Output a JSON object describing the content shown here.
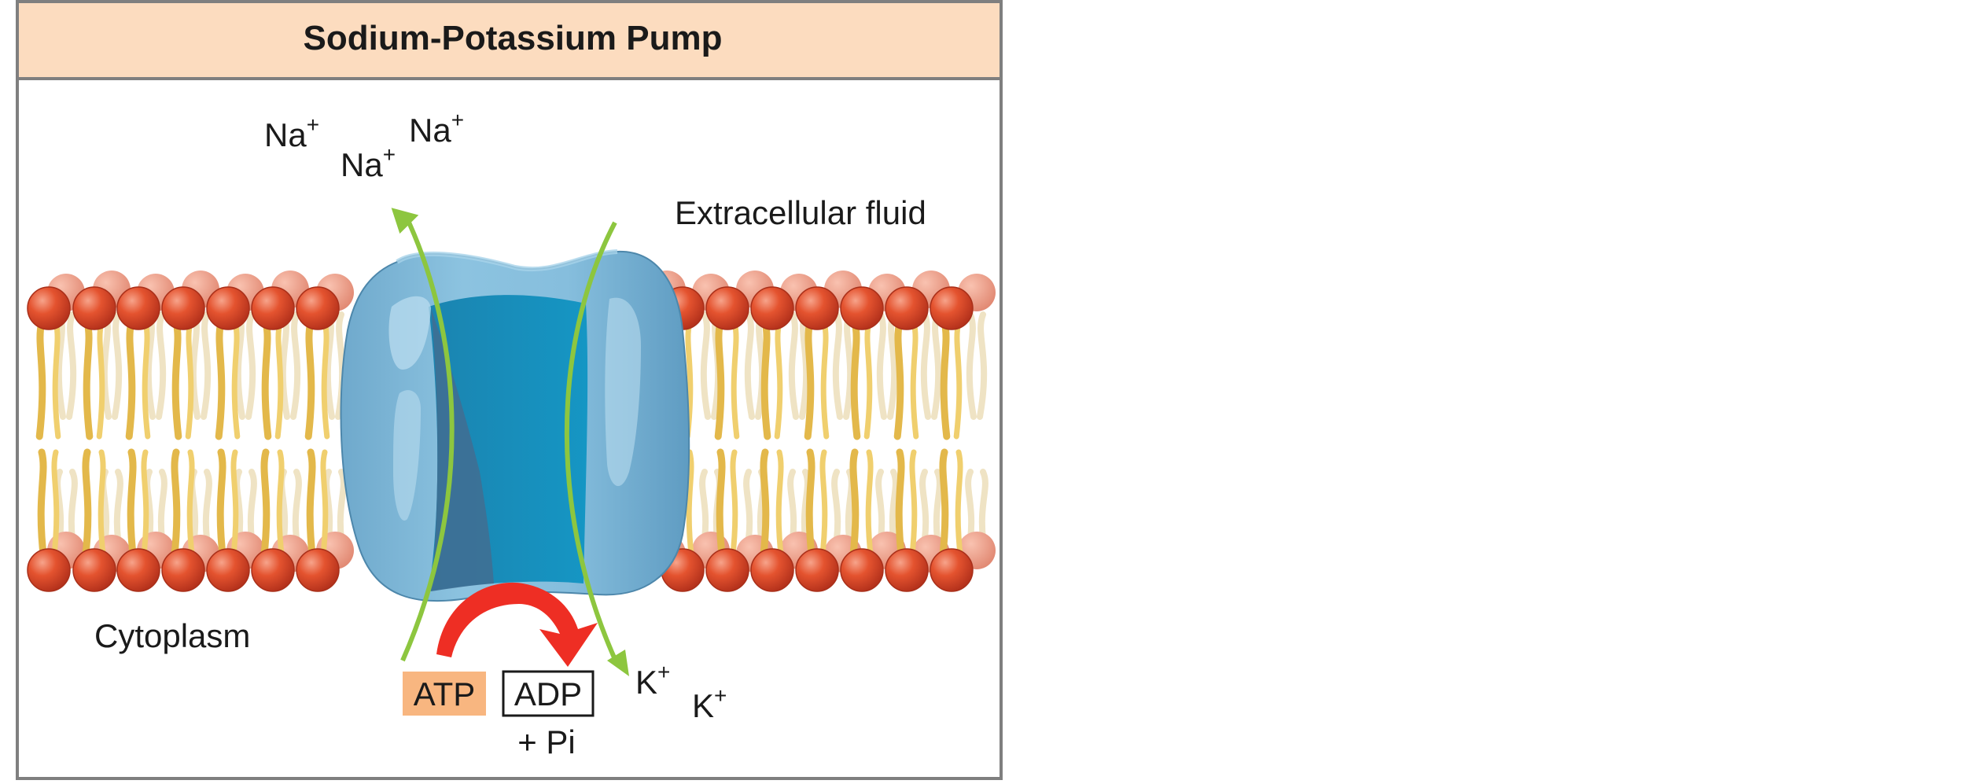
{
  "title": "Sodium-Potassium Pump",
  "labels": {
    "extracellular": "Extracellular fluid",
    "cytoplasm": "Cytoplasm",
    "atp": "ATP",
    "adp": "ADP",
    "pi": "+ Pi"
  },
  "ions": {
    "sodium": [
      "Na",
      "Na",
      "Na"
    ],
    "potassium": [
      "K",
      "K"
    ],
    "charge": "+"
  },
  "colors": {
    "title_band": "#fcdcbf",
    "frame": "#7f7f7f",
    "phospholipid_head": "#e04d30",
    "phospholipid_tail": "#f0cf6e",
    "pump_outer": "#7fb8d8",
    "pump_channel": "#1e8fbb",
    "transport_arrow": "#8dc63f",
    "energy_arrow": "#ee2e24",
    "atp_box": "#f8b680"
  }
}
